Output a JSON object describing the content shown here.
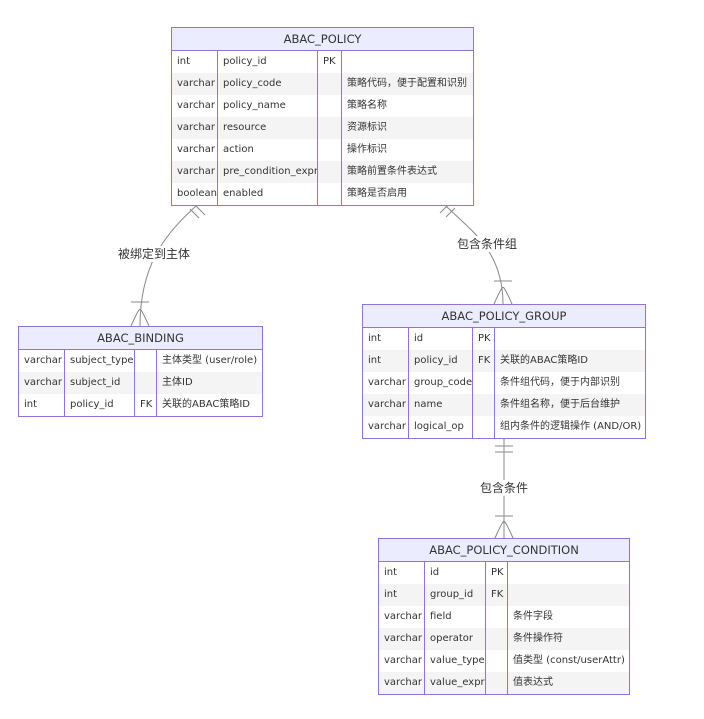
{
  "entities": {
    "policy": {
      "name": "ABAC_POLICY",
      "rows": [
        {
          "type": "int",
          "name": "policy_id",
          "key": "PK",
          "comment": ""
        },
        {
          "type": "varchar",
          "name": "policy_code",
          "key": "",
          "comment": "策略代码，便于配置和识别"
        },
        {
          "type": "varchar",
          "name": "policy_name",
          "key": "",
          "comment": "策略名称"
        },
        {
          "type": "varchar",
          "name": "resource",
          "key": "",
          "comment": "资源标识"
        },
        {
          "type": "varchar",
          "name": "action",
          "key": "",
          "comment": "操作标识"
        },
        {
          "type": "varchar",
          "name": "pre_condition_expr",
          "key": "",
          "comment": "策略前置条件表达式"
        },
        {
          "type": "boolean",
          "name": "enabled",
          "key": "",
          "comment": "策略是否启用"
        }
      ]
    },
    "binding": {
      "name": "ABAC_BINDING",
      "rows": [
        {
          "type": "varchar",
          "name": "subject_type",
          "key": "",
          "comment": "主体类型 (user/role)"
        },
        {
          "type": "varchar",
          "name": "subject_id",
          "key": "",
          "comment": "主体ID"
        },
        {
          "type": "int",
          "name": "policy_id",
          "key": "FK",
          "comment": "关联的ABAC策略ID"
        }
      ]
    },
    "group": {
      "name": "ABAC_POLICY_GROUP",
      "rows": [
        {
          "type": "int",
          "name": "id",
          "key": "PK",
          "comment": ""
        },
        {
          "type": "int",
          "name": "policy_id",
          "key": "FK",
          "comment": "关联的ABAC策略ID"
        },
        {
          "type": "varchar",
          "name": "group_code",
          "key": "",
          "comment": "条件组代码，便于内部识别"
        },
        {
          "type": "varchar",
          "name": "name",
          "key": "",
          "comment": "条件组名称，便于后台维护"
        },
        {
          "type": "varchar",
          "name": "logical_op",
          "key": "",
          "comment": "组内条件的逻辑操作 (AND/OR)"
        }
      ]
    },
    "condition": {
      "name": "ABAC_POLICY_CONDITION",
      "rows": [
        {
          "type": "int",
          "name": "id",
          "key": "PK",
          "comment": ""
        },
        {
          "type": "int",
          "name": "group_id",
          "key": "FK",
          "comment": ""
        },
        {
          "type": "varchar",
          "name": "field",
          "key": "",
          "comment": "条件字段"
        },
        {
          "type": "varchar",
          "name": "operator",
          "key": "",
          "comment": "条件操作符"
        },
        {
          "type": "varchar",
          "name": "value_type",
          "key": "",
          "comment": "值类型 (const/userAttr)"
        },
        {
          "type": "varchar",
          "name": "value_expr",
          "key": "",
          "comment": "值表达式"
        }
      ]
    }
  },
  "relationships": {
    "policy_binding": "被绑定到主体",
    "policy_group": "包含条件组",
    "group_condition": "包含条件"
  },
  "colors": {
    "border": "#9370db",
    "header": "#ececff",
    "row_alt": "#f4f4f4",
    "edge": "#888888"
  }
}
